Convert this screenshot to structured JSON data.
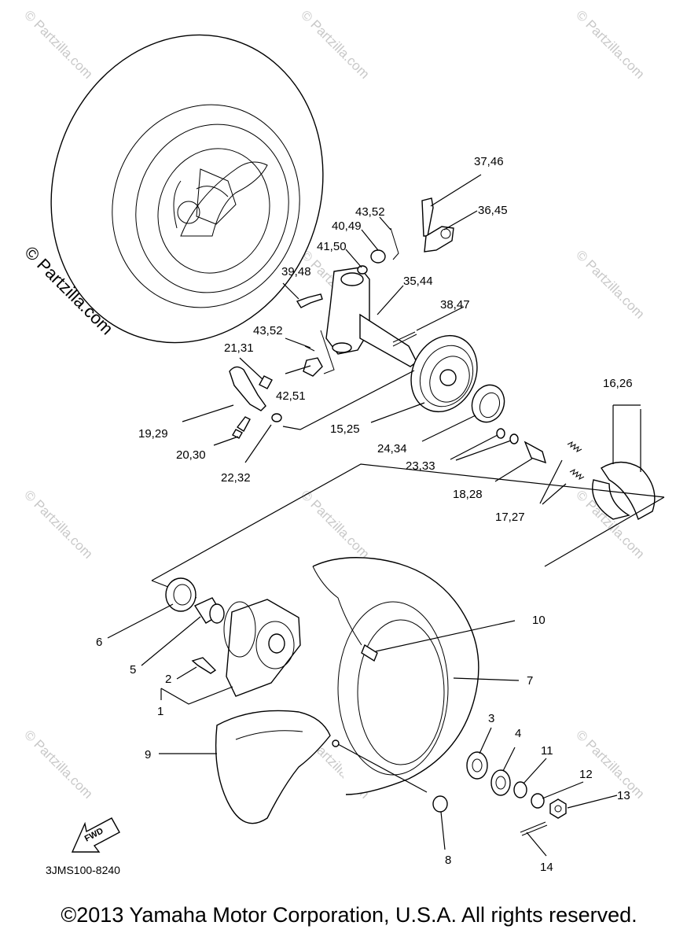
{
  "watermark": "© Partzilla.com",
  "diagram_code": "3JMS100-8240",
  "fwd_label": "FWD",
  "copyright": "©2013 Yamaha Motor Corporation, U.S.A. All rights reserved.",
  "callouts": {
    "c37_46": "37,46",
    "c36_45": "36,45",
    "c43_52a": "43,52",
    "c40_49": "40,49",
    "c41_50": "41,50",
    "c39_48": "39,48",
    "c35_44": "35,44",
    "c38_47": "38,47",
    "c43_52b": "43,52",
    "c21_31": "21,31",
    "c42_51": "42,51",
    "c19_29": "19,29",
    "c20_30": "20,30",
    "c22_32": "22,32",
    "c15_25": "15,25",
    "c24_34": "24,34",
    "c23_33": "23,33",
    "c18_28": "18,28",
    "c16_26": "16,26",
    "c17_27": "17,27",
    "c10": "10",
    "c6": "6",
    "c5": "5",
    "c2": "2",
    "c1": "1",
    "c7": "7",
    "c9": "9",
    "c3": "3",
    "c4": "4",
    "c11": "11",
    "c12": "12",
    "c13": "13",
    "c8": "8",
    "c14": "14"
  }
}
